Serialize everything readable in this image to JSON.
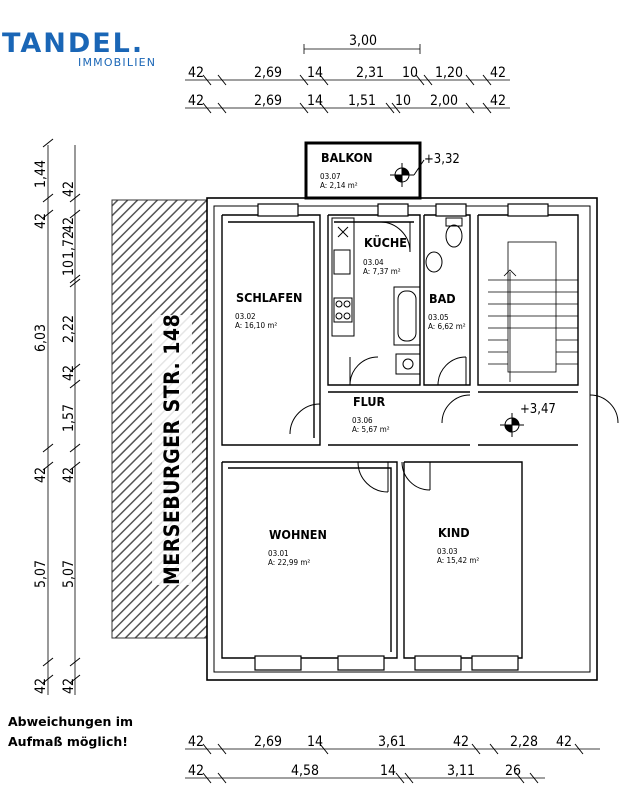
{
  "brand": {
    "name": "TANDEL.",
    "tagline": "IMMOBILIEN",
    "color": "#1a66b6"
  },
  "note": [
    "Abweichungen im",
    "Aufmaß möglich!"
  ],
  "street": "MERSEBURGER STR. 148",
  "rooms": {
    "balkon": {
      "name": "BALKON",
      "number": "03.07",
      "area": "A:     2,14 m²"
    },
    "kueche": {
      "name": "KÜCHE",
      "number": "03.04",
      "area": "A:   7,37 m²"
    },
    "bad": {
      "name": "BAD",
      "number": "03.05",
      "area": "A: 6,62 m²"
    },
    "schlafen": {
      "name": "SCHLAFEN",
      "number": "03.02",
      "area": "A:              16,10 m²"
    },
    "flur": {
      "name": "FLUR",
      "number": "03.06",
      "area": "A: 5,67 m²"
    },
    "wohnen": {
      "name": "WOHNEN",
      "number": "03.01",
      "area": "A:        22,99 m²"
    },
    "kind": {
      "name": "KIND",
      "number": "03.03",
      "area": "A: 15,42 m²"
    }
  },
  "levels": {
    "balcony": "+3,32",
    "stair": "+3,47"
  },
  "dimensions": {
    "top_overall": "3,00",
    "top_row1": [
      "42",
      "2,69",
      "14",
      "2,31",
      "10",
      "1,20",
      "42"
    ],
    "top_row2": [
      "42",
      "2,69",
      "14",
      "1,51",
      "10",
      "2,00",
      "42"
    ],
    "left_outer": [
      "1,44",
      "42",
      "6,03",
      "42",
      "5,07",
      "42"
    ],
    "left_inner": [
      "42",
      "42",
      "1,72",
      "10",
      "2,22",
      "42",
      "1,57",
      "42",
      "5,07",
      "42"
    ],
    "bottom_row1": [
      "42",
      "2,69",
      "14",
      "3,61",
      "42",
      "2,28",
      "42"
    ],
    "bottom_row2": [
      "42",
      "4,58",
      "14",
      "3,11",
      "26"
    ]
  }
}
